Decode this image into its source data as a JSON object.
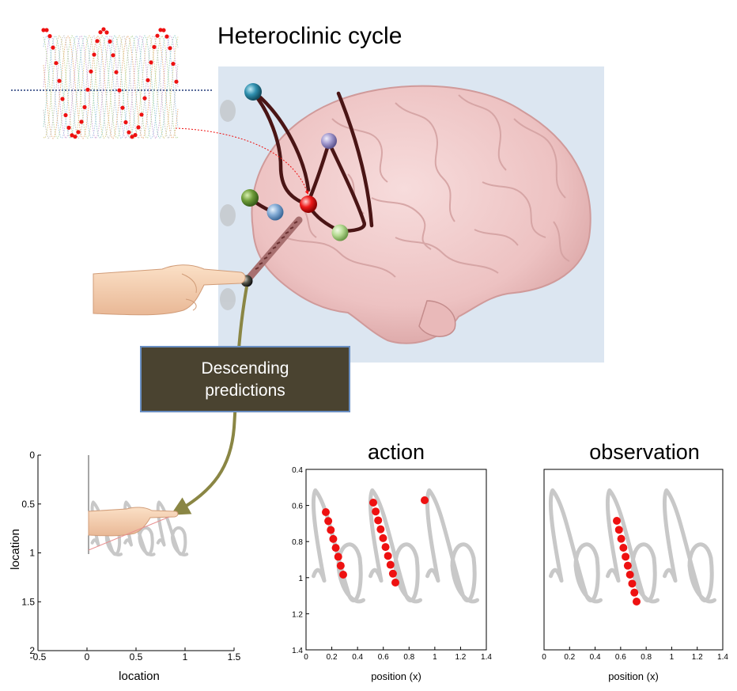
{
  "title": "Heteroclinic cycle",
  "box_label": [
    "Descending",
    "predictions"
  ],
  "colors": {
    "background_panel": "#dce6f1",
    "box_fill": "#4a4330",
    "box_border": "#6a8fc2",
    "arrow": "#8a8644",
    "trajectory": "#c8c8c8",
    "dots": "#ee1111",
    "brain": "#f1c9c9",
    "tendril": "#4a1515"
  },
  "icons": [
    "hand-icon",
    "brain-image",
    "spring-icon"
  ],
  "left_plot": {
    "xlabel": "location",
    "ylabel": "location",
    "xticks": [
      "-0.5",
      "0",
      "0.5",
      "1",
      "1.5"
    ],
    "yticks": [
      "0",
      "0.5",
      "1",
      "1.5",
      "2"
    ],
    "xlim": [
      -0.5,
      1.5
    ],
    "ylim": [
      0,
      2
    ],
    "y_reversed": true
  },
  "action_plot": {
    "title": "action",
    "xlabel": "position (x)",
    "xticks": [
      "0",
      "0.2",
      "0.4",
      "0.6",
      "0.8",
      "1",
      "1.2",
      "1.4"
    ],
    "yticks": [
      "0.4",
      "0.6",
      "0.8",
      "1",
      "1.2",
      "1.4"
    ],
    "xlim": [
      0,
      1.4
    ],
    "ylim": [
      0.4,
      1.4
    ],
    "y_reversed": true
  },
  "observation_plot": {
    "title": "observation",
    "xlabel": "position (x)",
    "xticks": [
      "0",
      "0.2",
      "0.4",
      "0.6",
      "0.8",
      "1",
      "1.2",
      "1.4"
    ],
    "xlim": [
      0,
      1.4
    ],
    "ylim": [
      0.4,
      1.4
    ],
    "y_reversed": true
  },
  "nodes": [
    "teal",
    "purple",
    "green",
    "blue",
    "red",
    "lightgreen",
    "black"
  ]
}
